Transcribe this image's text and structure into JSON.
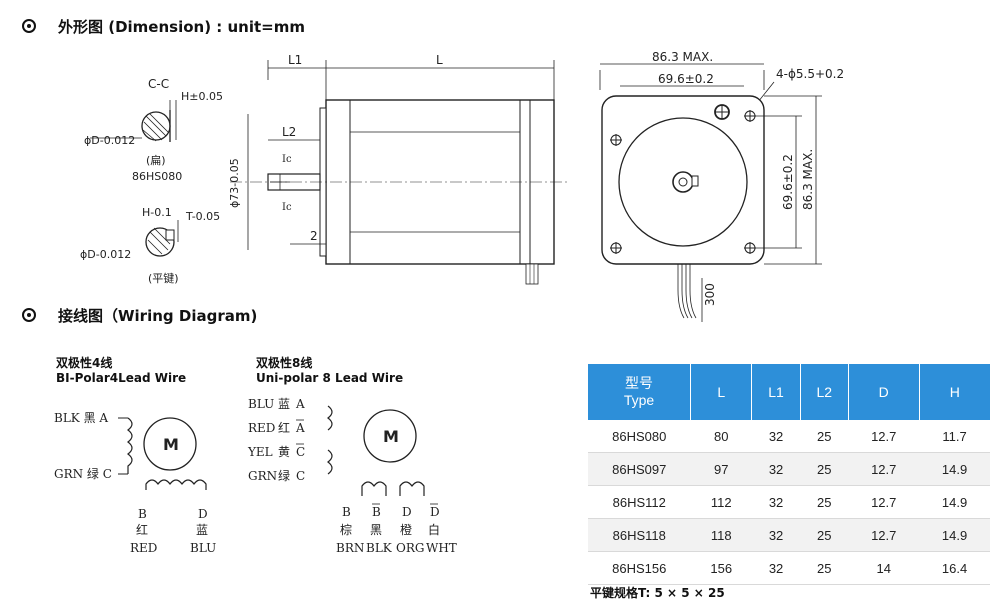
{
  "dimension_heading": "外形图 (Dimension) : unit=mm",
  "wiring_heading": "接线图（Wiring Diagram)",
  "side_view": {
    "L1": "L1",
    "L": "L",
    "L2": "L2",
    "diameter": "ϕ73-0.05",
    "two": "2",
    "ic_top": "Ic",
    "ic_bottom": "Ic"
  },
  "section_view": {
    "cc": "C-C",
    "h_tol": "H±0.05",
    "d_flat": "ϕD-0.012",
    "flat_cn": "(扁)",
    "flat_model": "86HS080",
    "h_key": "H-0.1",
    "t_key": "T-0.05",
    "d_key": "ϕD-0.012",
    "key_cn": "(平键)"
  },
  "front_view": {
    "width_max": "86.3 MAX.",
    "hole_spacing": "69.6±0.2",
    "holes": "4-ϕ5.5+0.2",
    "height_spacing": "69.6±0.2",
    "height_max": "86.3 MAX.",
    "lead_length": "300"
  },
  "wiring": {
    "four_lead": {
      "title_cn": "双极性4线",
      "title_en": "BI-Polar4Lead Wire",
      "motor": "M",
      "a_label": "BLK 黑 A",
      "c_label": "GRN 绿 C",
      "b": "B",
      "b_cn": "红",
      "b_en": "RED",
      "d": "D",
      "d_cn": "蓝",
      "d_en": "BLU"
    },
    "eight_lead": {
      "title_cn": "双极性8线",
      "title_en": "Uni-polar 8 Lead Wire",
      "motor": "M",
      "rows": [
        {
          "en": "BLU",
          "cn": "蓝",
          "pin": "A"
        },
        {
          "en": "RED",
          "cn": "红",
          "pin": "A"
        },
        {
          "en": "YEL",
          "cn": "黄",
          "pin": "C"
        },
        {
          "en": "GRN",
          "cn": "绿",
          "pin": "C"
        }
      ],
      "bottom": [
        {
          "pin": "B",
          "cn": "棕",
          "en": "BRN"
        },
        {
          "pin": "B",
          "cn": "黑",
          "en": "BLK"
        },
        {
          "pin": "D",
          "cn": "橙",
          "en": "ORG"
        },
        {
          "pin": "D",
          "cn": "白",
          "en": "WHT"
        }
      ]
    }
  },
  "table": {
    "headers": [
      "型号",
      "Type",
      "L",
      "L1",
      "L2",
      "D",
      "H"
    ],
    "rows": [
      [
        "86HS080",
        "80",
        "32",
        "25",
        "12.7",
        "11.7"
      ],
      [
        "86HS097",
        "97",
        "32",
        "25",
        "12.7",
        "14.9"
      ],
      [
        "86HS112",
        "112",
        "32",
        "25",
        "12.7",
        "14.9"
      ],
      [
        "86HS118",
        "118",
        "32",
        "25",
        "12.7",
        "14.9"
      ],
      [
        "86HS156",
        "156",
        "32",
        "25",
        "14",
        "16.4"
      ]
    ],
    "header_color": "#2d8fd9"
  },
  "key_note": "平键规格T:  5 × 5 × 25"
}
